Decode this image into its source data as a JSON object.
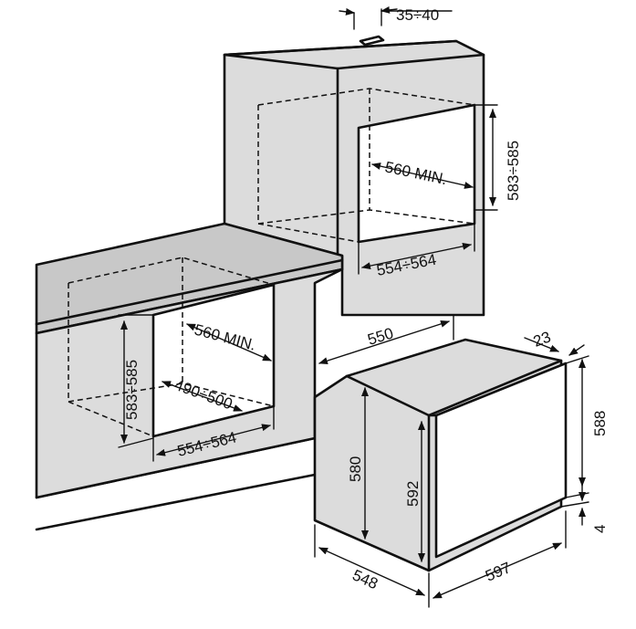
{
  "dimensions": {
    "top_gap": "35÷40",
    "upper_niche_height": "583÷585",
    "upper_niche_depth": "560 MIN.",
    "upper_niche_width": "554÷564",
    "lower_niche_height": "583÷585",
    "lower_niche_depth": "560 MIN.",
    "lower_inner_depth": "490÷500",
    "lower_niche_width": "554÷564",
    "oven_depth_top": "550",
    "oven_front_thickness": "23",
    "oven_front_height": "588",
    "oven_body_height": "580",
    "oven_front_panel_height": "592",
    "oven_bottom_gap": "4",
    "oven_depth_bottom": "548",
    "oven_width": "597"
  }
}
